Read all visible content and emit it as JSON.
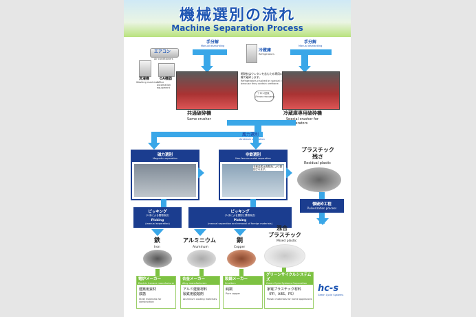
{
  "header": {
    "title_jp": "機械選別の流れ",
    "title_en": "Machine Separation Process"
  },
  "dismantle_left": {
    "jp": "手分解",
    "en": "Manual dismantling"
  },
  "dismantle_right": {
    "jp": "手分解",
    "en": "Manual dismantling"
  },
  "aircon": {
    "jp": "エアコン",
    "en": "Air conditioners"
  },
  "washer": {
    "jp": "洗濯機",
    "en": "Washing machines"
  },
  "oa": {
    "jp": "OA機器",
    "en": "Office automation equipment"
  },
  "fridge": {
    "jp": "冷蔵庫",
    "en": "Refrigerators"
  },
  "fridge_note": {
    "jp": "断熱材はウレタンを含むため専用の破砕機で破砕します。",
    "en": "Refrigerators crushed by special crusher because they contain urethane."
  },
  "freon": {
    "jp": "フロン回収",
    "en": "(Freon recovery)"
  },
  "crusher_same": {
    "jp": "共通破砕機",
    "en": "Same crusher"
  },
  "crusher_special": {
    "jp": "冷蔵庫専用破砕機",
    "en1": "Special crusher for",
    "en2": "refrigerators"
  },
  "airstream": {
    "jp": "風力選別",
    "en": "Airstream separation"
  },
  "magnetic": {
    "jp": "磁力選別",
    "en": "Magnetic separation"
  },
  "nonferrous": {
    "jp": "非鉄選別",
    "en": "Non-ferrous metal separation",
    "note": "非鉄金属は渦電流により選別されます。"
  },
  "residual": {
    "jp1": "プラスチック",
    "jp2": "残さ",
    "en": "Residual plastic"
  },
  "pulverize": {
    "jp": "微破砕工程",
    "en": "Pulverization process"
  },
  "picking1": {
    "jp": "ピッキング",
    "sub": "（人手による異物除去）",
    "en1": "Picking",
    "en2": "(manual separation)"
  },
  "picking2": {
    "jp": "ピッキング",
    "sub": "（人手による選別と異物除去）",
    "en1": "Picking",
    "en2": "(manual separation and removal of foreign materials)"
  },
  "mixed": {
    "jp1": "混合",
    "jp2": "プラスチック",
    "en": "Mixed plastic"
  },
  "materials": [
    {
      "jp": "鉄",
      "en": "Iron"
    },
    {
      "jp": "アルミニウム",
      "en": "Aluminum"
    },
    {
      "jp": "銅",
      "en": "Copper"
    }
  ],
  "destinations": [
    {
      "title": "電炉メーカー",
      "en": "Electric furnace manufacturer",
      "use1": "建築用資材",
      "use2": "鉄筋",
      "use_en": "Steel materials for construction"
    },
    {
      "title": "合金メーカー",
      "en": "Alloy manufacturers",
      "use1": "アルミ建築材料",
      "use2": "製鉄用脱酸剤",
      "use_en": "Aluminum casting materials"
    },
    {
      "title": "製錬メーカー",
      "en": "Smelters",
      "use1": "純銅",
      "use2": "",
      "use_en": "Pure copper"
    },
    {
      "title": "グリーンサイクルシステムズ",
      "en": "Green Cycle Systems Corporation",
      "use1": "家電プラスチック材料",
      "use2": "（PP、ABS、PS）",
      "use_en": "Plastic materials for home appliances"
    }
  ],
  "logo": {
    "text": "hc-s",
    "sub": "Green Cycle Systems"
  },
  "colors": {
    "navy": "#1b3d8f",
    "blue": "#1e56b3",
    "pipe": "#3aa7e8",
    "green": "#7dc242"
  }
}
